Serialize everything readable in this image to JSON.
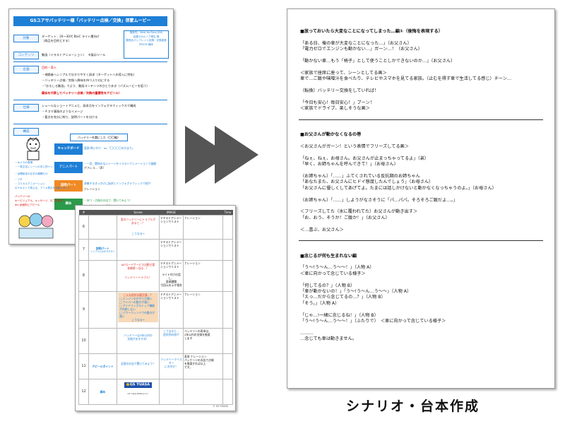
{
  "caption": "シナリオ・台本作成",
  "proposal": {
    "title": "GSユアサバッテリー様「バッテリー点検／交換」啓蒙ムービー",
    "labels": {
      "target": "対象",
      "contents": "コンテンツ",
      "plan": "企画",
      "spec": "仕様",
      "structure": "構成"
    },
    "target_lines": [
      "ターゲット：20〜30代 BtoC ライト層向け",
      "（商品を目的とする）"
    ],
    "media_box": [
      "媒体先：Web,YouTube,SNS",
      "店頭でのループ再生,等",
      "販売店パンフレット店頭・交換促進",
      "PR/CM 媒体"
    ],
    "contents_line": "動画（イラストアニメーション）",
    "contents_note": "※展示ツール",
    "plan_lines": [
      "目的・導入",
      "・視聴者へシンプルで分かりやすく訴求（ターゲットへの導入に特化）",
      "・バッテリー点検／交換へ興味を持つ入り口にする",
      "・「おもしろ動画」でより、動画コンテンツのひとり歩き（バズムービーを狙う）"
    ],
    "plan_red": "疑似を代表してバッテリー点検／交換の重要性をアピール！",
    "spec_lines": [
      "シュールなショートアニメと、訴求点をインフォグラフィックスで構成",
      "・４コマ漫画のようなイメージ",
      "・要点を充分に絞り、説明パートを分ける"
    ],
    "flow_head": "バッテリーを題にした〈〇〇編〉",
    "flow_steps": [
      "キャッチボード",
      "アニメパート",
      "説明パート",
      "締め"
    ],
    "flow_notes": [
      "冒頭 問いかけ　ex.「〇〇〇〇の方まで」",
      "・一見、関係のないシーンをイラストアニメーションで展開",
      "アフレコ…（声）",
      "改善するきっかけに訴求とインフォグラフィックで紹介",
      "ナレーション",
      "・持つ・点検のお店で…聞いてみよう！",
      "キービジュアルと訴求ワード"
    ],
    "left_notes": [
      "・キャラの表現",
      "・一見交互にシーンの中に別ツッコミを用意するイラスト",
      "・目標設定の文字の展開だけ",
      "・フチ",
      "・コミカルアニメーション",
      "のテキストで見える、アニメ表示を交差しまして"
    ],
    "left_red": [
      "バッテリーの",
      "キービジュアル、メッセージ、ロゴを見せて",
      "etc.全面的にアピール"
    ]
  },
  "storyboard": {
    "headers": [
      "#",
      "Scene",
      "IMAGE",
      "",
      "Time"
    ],
    "rows": [
      {
        "num": "6",
        "section": "",
        "scene": [
          "愛のバッテリーにトラブルがあると…？",
          "",
          "こうなる→"
        ],
        "image": "",
        "text": [
          "テキストアニメーションでリスト",
          "ナレーション"
        ]
      },
      {
        "num": "7",
        "section": "説明パート",
        "section_sub": "シンプルにわかりやすく",
        "scene": [],
        "image": "",
        "text": [
          "テキストアニメーションでリスト"
        ]
      },
      {
        "num": "8",
        "section": "",
        "scene": [
          "JAFロードサービス出動主要依頼第一位は…！",
          "バッテリートラブル！"
        ],
        "image": "",
        "text": [
          "テキストアニメーションでリスト",
          "ナレーション"
        ],
        "image_note": [
          "ライト付けの話し、",
          "表現課題",
          "引用元を示す場合"
        ]
      },
      {
        "num": "9",
        "section": "",
        "scene": [
          "こんな症状は要注意…？",
          "□ エンジンのかかりが悪い",
          "□ ワイパーの動きが遅い",
          "□ アイドリングストップ機能が作動しない",
          "□ パワーウィンドウの動きが遅い",
          "こうなる→"
        ],
        "image": "",
        "text": [
          "テキストアニメーションでリスト",
          "ナレーション"
        ]
      },
      {
        "num": "10",
        "section": "",
        "scene": [
          "バッテリーは3年以内の",
          "交換がおすすめ！"
        ],
        "image": "こうなると…",
        "image2": "症状例の紹介",
        "text": [
          "バッテリーの寿命は、",
          "2年以内の交換を推奨",
          "します"
        ]
      },
      {
        "num": "11",
        "section": "アピールポイント",
        "scene": [
          "全国のお店で聞いてみよう！"
        ],
        "image": "バッテリーマイスター",
        "image2": "にお任せ！",
        "text": [
          "寿命 ナレーション",
          "パッケージのお店で点検",
          "を推奨すれば以上",
          "です。"
        ]
      },
      {
        "num": "12",
        "section": "締め",
        "scene": [
          "GS YUASA",
          "GS Yuasa Battery Inc."
        ],
        "image": "",
        "text": []
      }
    ],
    "footer": "© GS YUASA"
  },
  "script": {
    "sections": [
      {
        "heading": "■放っておいたら大変なことになってしまった…編①（後悔を表現する）",
        "lines": [
          "「ある日、俺の車が大変なことになった…」（お父さん）",
          "「電力ゼロでエンジンも動かない…」ガーン…！（お父さん）",
          "",
          "「動かない車…もう「椅子」として使うことしかできないのか…」（お父さん）",
          "",
          "＜家族で座席に座って、シーンとしてる画＞",
          "車で…ご飯や味噌汁を食べたり、テレビやスマホを見てる家族。（止むを得ず車で生活してる感じ）チーン…",
          "",
          "（転換）バッテリー交換をしていれば！",
          "",
          "「今日も安心！毎日安心！」ブーン！",
          "＜家族でドライブ、楽しそうな画＞"
        ]
      },
      {
        "heading": "■お父さんが動かなくなるの巻",
        "lines": [
          "＜お父さんがガーン！という表情でフリーズしてる画＞",
          "",
          "「ねぇ、ねぇ、お母さん。お父さんが止まっちゃってるよ」（弟）",
          "「早く、お姉ちゃんを呼んできて！」（お母さん）",
          "",
          "（お姉ちゃん）「……」ふてくされている反抗期のお姉ちゃん",
          "「あなたまた、お父さんにヒドイ態度したんでしょう」（お母さん）",
          "「お父さんに優しくしてあげてよ。たまには話しかけないと動かなくなっちゃうのよ。」（お母さん）",
          "",
          "（お姉ちゃん）「……」しようがなさそうに「パ…パパ。そろそろご飯だよ…。」",
          "",
          "＜フリーズしてた（氷に覆われてた）お父さんが動き出す＞",
          "「お、おう、そうか！ご飯か！」（お父さん）",
          "",
          "＜…喜ぶ、お父さん＞"
        ]
      },
      {
        "heading": "■念じるが何も生まれない編",
        "lines": [
          "「う〜!う〜ん…う〜〜！」（人物 A）",
          "＜車に向かって念じている様子＞",
          "",
          "「何してるの？」（人物 B）",
          "「車が動かないの！」「う〜!う〜ん…う〜〜」（人物 A）",
          "「えっ…だから念じてるの…？」（人物 B）",
          "「そう。」（人物 A）",
          "",
          "「じゃ…!一緒に念じるね！」（人物 B）",
          "「う〜!う〜ん…う〜〜！」（ふたりで）　＜車に向かって念じている様子＞",
          "",
          "………",
          "…念じても車は動きません。"
        ]
      }
    ]
  }
}
